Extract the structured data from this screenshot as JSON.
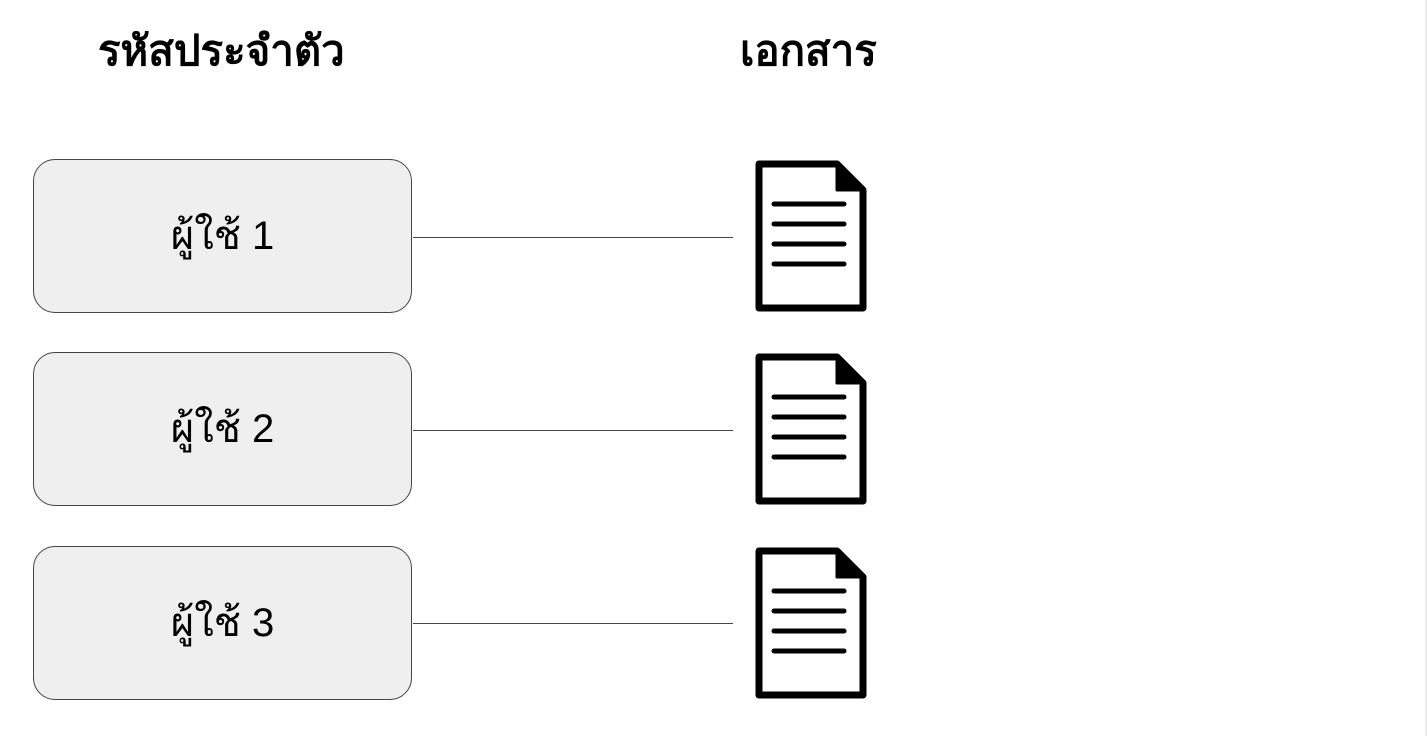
{
  "headings": {
    "identity": "รหัสประจำตัว",
    "documents": "เอกสาร"
  },
  "rows": [
    {
      "user_label": "ผู้ใช้ 1",
      "doc_icon": "document-icon"
    },
    {
      "user_label": "ผู้ใช้ 2",
      "doc_icon": "document-icon"
    },
    {
      "user_label": "ผู้ใช้ 3",
      "doc_icon": "document-icon"
    }
  ],
  "colors": {
    "box_fill": "#efefef",
    "box_border": "#444444",
    "connector": "#444444",
    "icon": "#000000"
  }
}
